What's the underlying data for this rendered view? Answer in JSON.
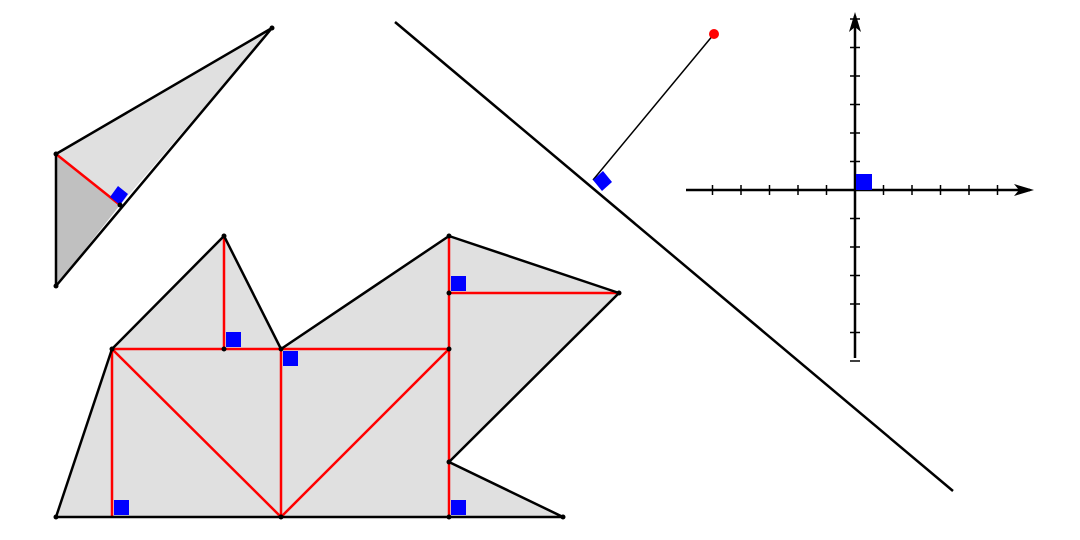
{
  "colors": {
    "background": "#ffffff",
    "fill_light": "#e0e0e0",
    "fill_dark": "#c0c0c0",
    "outline": "#000000",
    "altitude": "#ff0000",
    "right_angle_marker": "#0000ff",
    "external_point": "#ff0000"
  },
  "figures": [
    {
      "name": "triangle-with-altitude",
      "description_hidden": true
    },
    {
      "name": "perpendicular-from-point-to-line",
      "description_hidden": true
    },
    {
      "name": "coordinate-axes",
      "x_ticks_each_side": 5,
      "y_ticks_each_side": 6
    },
    {
      "name": "polygon-decomposed-into-triangles",
      "right_angle_markers": 5
    }
  ]
}
